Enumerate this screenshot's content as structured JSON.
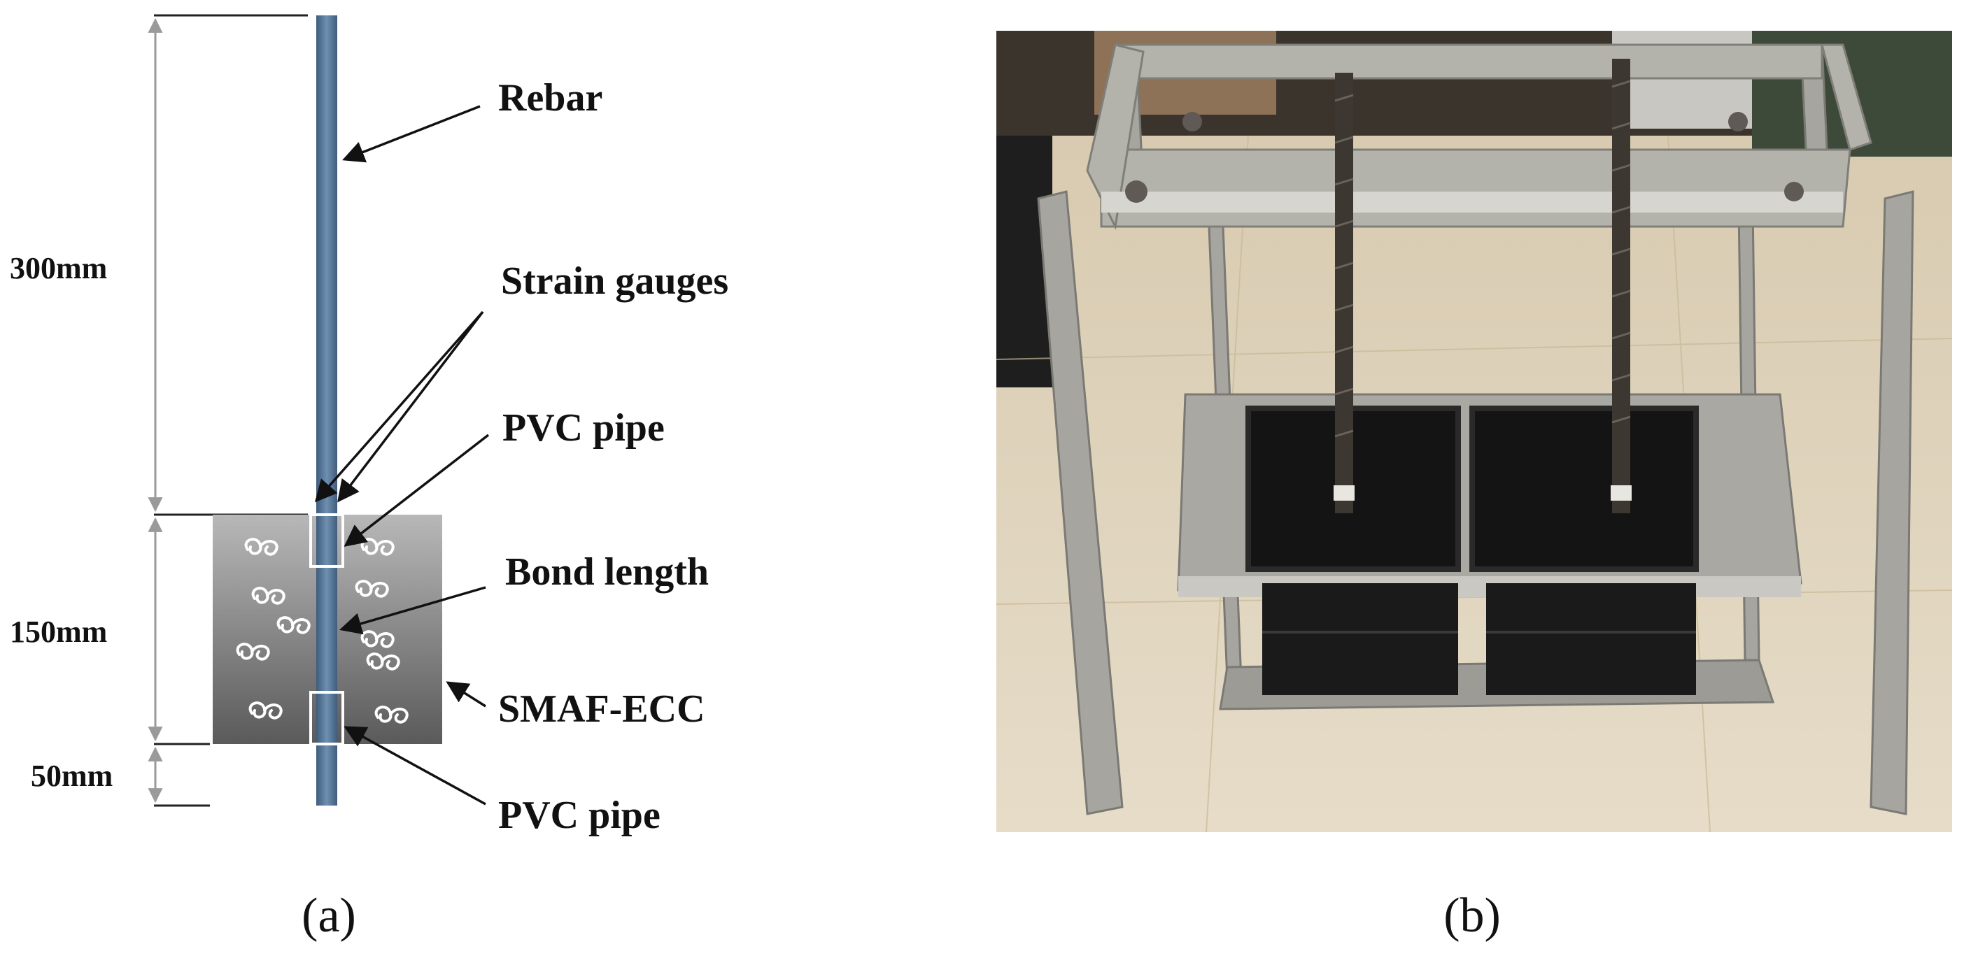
{
  "panel_a": {
    "caption": "(a)",
    "dimensions": {
      "top": "300mm",
      "middle": "150mm",
      "bottom": "50mm"
    },
    "labels": {
      "rebar": "Rebar",
      "strain_gauges": "Strain gauges",
      "pvc_pipe_top": "PVC pipe",
      "bond_length": "Bond length",
      "smaf_ecc": "SMAF-ECC",
      "pvc_pipe_bottom": "PVC pipe"
    },
    "colors": {
      "rebar": "#5a7a9c",
      "block_light": "#b4b4b4",
      "block_dark": "#5e5e5e",
      "dim_line": "#9a9a9a"
    }
  },
  "panel_b": {
    "caption": "(b)",
    "photo_description_icon": "steel-frame-with-two-molds-photo",
    "colors": {
      "floor": "#dccfb5",
      "frame": "#a8a7a2",
      "mold": "#161616",
      "rebar": "#3f3a34"
    }
  }
}
